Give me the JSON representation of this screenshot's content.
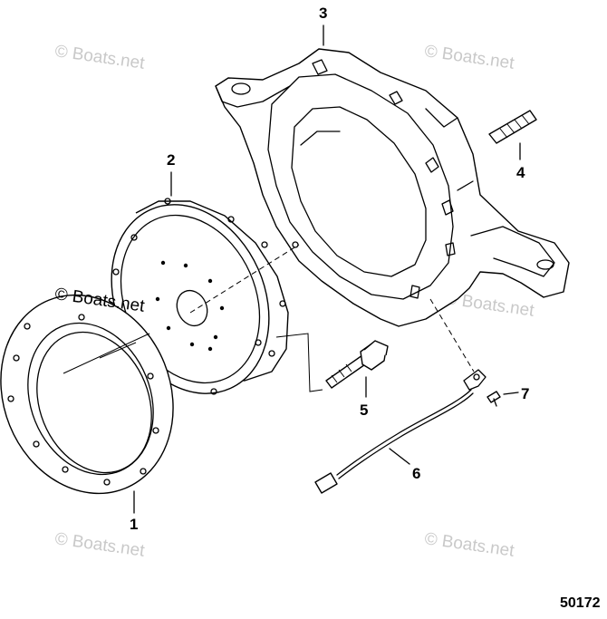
{
  "diagram": {
    "callouts": [
      {
        "id": "1",
        "label": "1"
      },
      {
        "id": "2",
        "label": "2"
      },
      {
        "id": "3",
        "label": "3"
      },
      {
        "id": "4",
        "label": "4"
      },
      {
        "id": "5",
        "label": "5"
      },
      {
        "id": "6",
        "label": "6"
      },
      {
        "id": "7",
        "label": "7"
      }
    ],
    "watermark": "© Boats.net",
    "figure_number": "50172"
  }
}
